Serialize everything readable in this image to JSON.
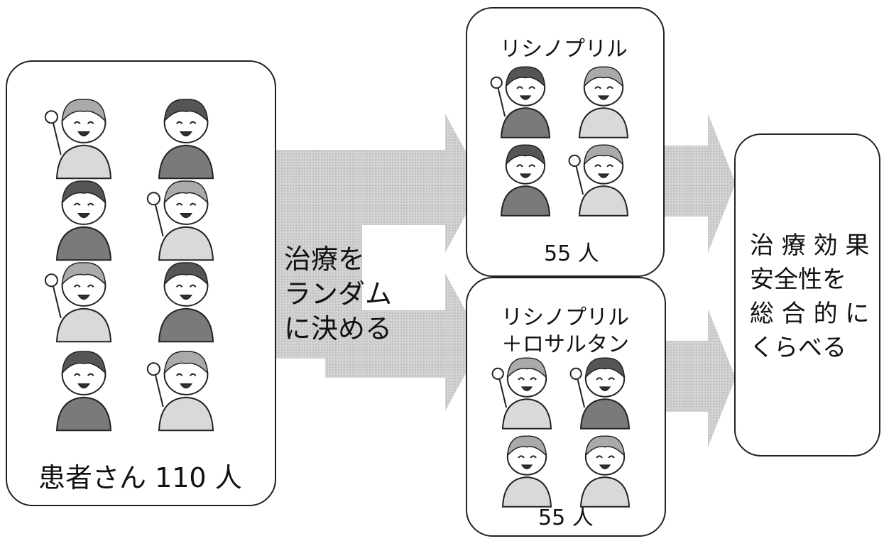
{
  "diagram": {
    "patients": {
      "label": "患者さん 110 人"
    },
    "randomize": {
      "lines": [
        "治療を",
        "ランダム",
        "に決める"
      ]
    },
    "group_lisinopril": {
      "title": "リシノプリル",
      "count": "55 人"
    },
    "group_combo": {
      "title_lines": [
        "リシノプリル",
        "＋ロサルタン"
      ],
      "count": "55 人"
    },
    "outcome": {
      "lines": [
        "治 療 効 果",
        "安全性を",
        "総 合 的 に",
        "くらべる"
      ]
    },
    "colors": {
      "arrow": "#c8c8c8",
      "border": "#222222",
      "kid_shirt_light": "#d9d9d9",
      "kid_shirt_dark": "#7a7a7a"
    },
    "icons": [
      "child-illustration",
      "arrow"
    ]
  }
}
